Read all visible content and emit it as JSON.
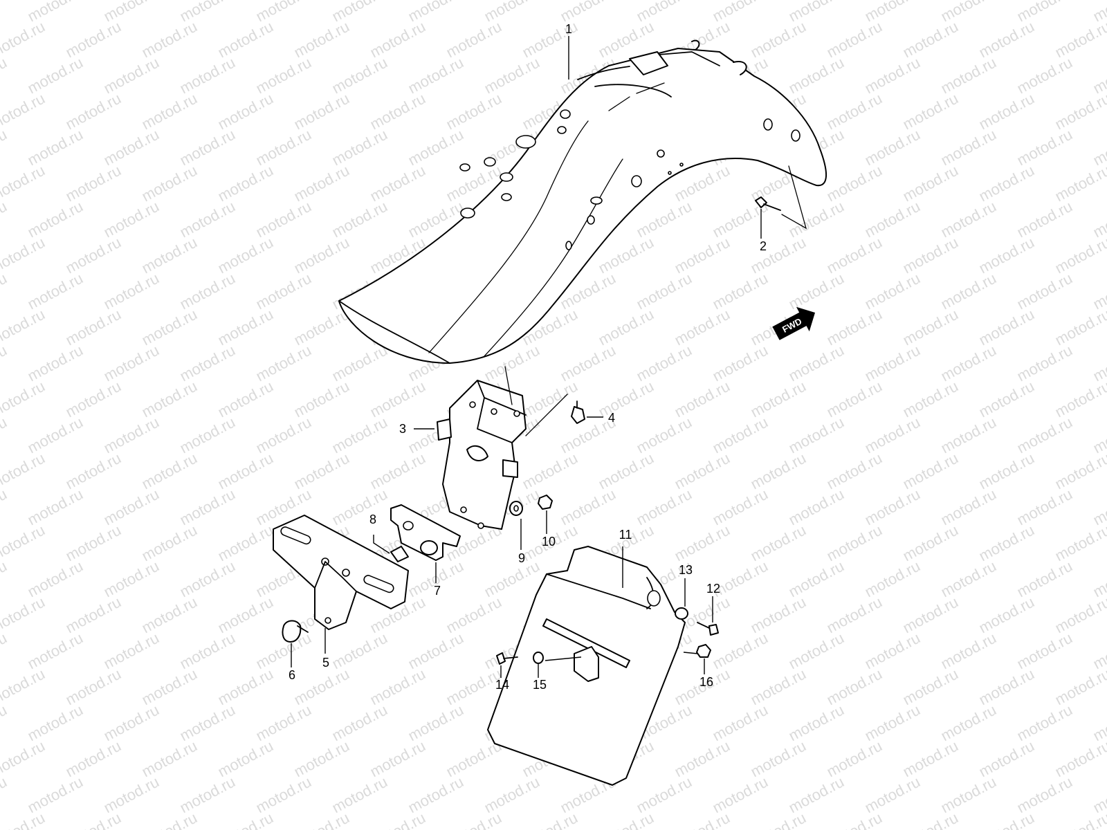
{
  "watermark": {
    "text": "motod.ru",
    "color": "#dadada"
  },
  "direction_badge": {
    "text": "FWD",
    "fill": "#000000"
  },
  "callouts": [
    {
      "id": "1",
      "label": "1"
    },
    {
      "id": "2",
      "label": "2"
    },
    {
      "id": "3",
      "label": "3"
    },
    {
      "id": "4",
      "label": "4"
    },
    {
      "id": "5",
      "label": "5"
    },
    {
      "id": "6",
      "label": "6"
    },
    {
      "id": "7",
      "label": "7"
    },
    {
      "id": "8",
      "label": "8"
    },
    {
      "id": "9",
      "label": "9"
    },
    {
      "id": "10",
      "label": "10"
    },
    {
      "id": "11",
      "label": "11"
    },
    {
      "id": "12",
      "label": "12"
    },
    {
      "id": "13",
      "label": "13"
    },
    {
      "id": "14",
      "label": "14"
    },
    {
      "id": "15",
      "label": "15"
    },
    {
      "id": "16",
      "label": "16"
    }
  ]
}
